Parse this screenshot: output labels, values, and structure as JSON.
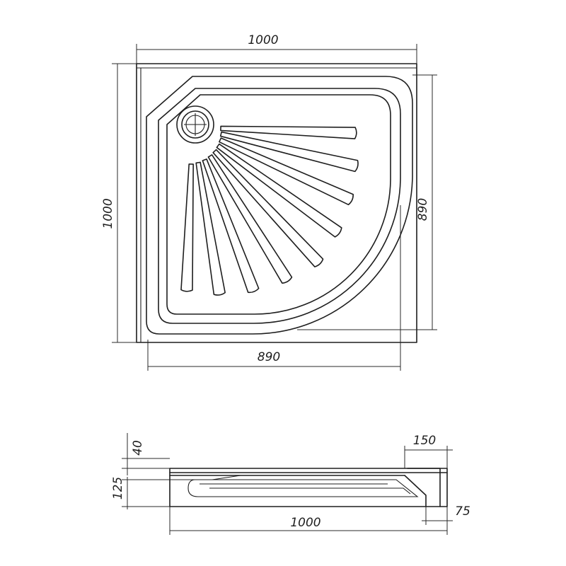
{
  "top_view": {
    "dimensions": {
      "width_top": "1000",
      "height_left": "1000",
      "height_right": "890",
      "width_bottom": "890"
    }
  },
  "side_view": {
    "dimensions": {
      "rim_depth": "40",
      "total_height": "125",
      "step_width": "150",
      "step_height": "75",
      "length": "1000"
    }
  }
}
